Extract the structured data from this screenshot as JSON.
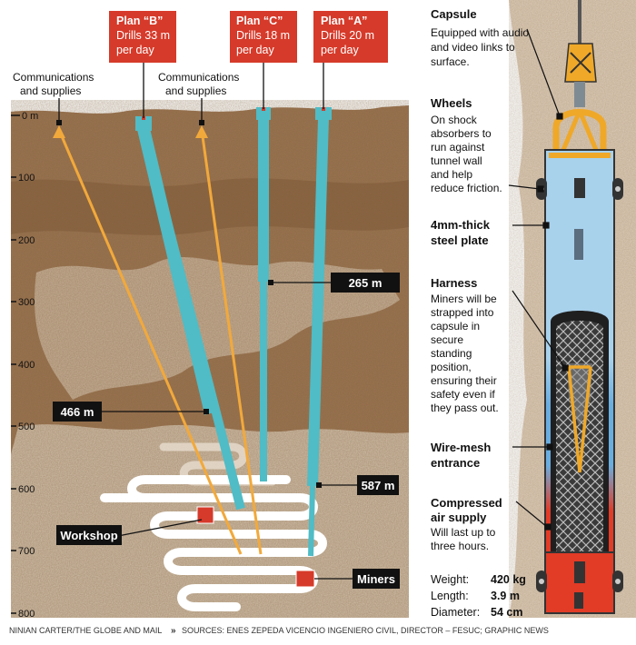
{
  "left_panel": {
    "depth_ticks": [
      "0 m",
      "100",
      "200",
      "300",
      "400",
      "500",
      "600",
      "700",
      "800"
    ],
    "plans": [
      {
        "title": "Plan “B”",
        "line2": "Drills 33 m",
        "line3": "per day"
      },
      {
        "title": "Plan “C”",
        "line2": "Drills 18 m",
        "line3": "per day"
      },
      {
        "title": "Plan “A”",
        "line2": "Drills 20 m",
        "line3": "per day"
      }
    ],
    "comm_labels": [
      {
        "line1": "Communications",
        "line2": "and supplies"
      },
      {
        "line1": "Communications",
        "line2": "and supplies"
      }
    ],
    "depth_labels": {
      "c": "265 m",
      "b": "466 m",
      "a": "587 m"
    },
    "workshop_label": "Workshop",
    "miners_label": "Miners"
  },
  "capsule": {
    "annotations": [
      {
        "title": "Capsule",
        "lines": [
          "Equipped with audio",
          "and video links to",
          "surface."
        ]
      },
      {
        "title": "Wheels",
        "lines": [
          "On shock",
          "absorbers to",
          "run against",
          "tunnel wall",
          "and help",
          "reduce friction."
        ]
      },
      {
        "title_lines": [
          "4mm-thick",
          "steel plate"
        ]
      },
      {
        "title": "Harness",
        "lines": [
          "Miners will be",
          "strapped into",
          "capsule in",
          "secure",
          "standing",
          "position,",
          "ensuring their",
          "safety even if",
          "they pass out."
        ]
      },
      {
        "title_lines": [
          "Wire-mesh",
          "entrance"
        ]
      },
      {
        "title_lines": [
          "Compressed",
          "air supply"
        ],
        "lines": [
          "Will last up to",
          "three hours."
        ]
      }
    ],
    "specs": [
      {
        "label": "Weight:",
        "value": "420 kg"
      },
      {
        "label": "Length:",
        "value": "3.9 m"
      },
      {
        "label": "Diameter:",
        "value": "54 cm"
      }
    ]
  },
  "credits": {
    "credit": "NINIAN CARTER/THE GLOBE AND MAIL",
    "separator": "»",
    "sources": "SOURCES: ENES ZEPEDA VICENCIO INGENIERO CIVIL, DIRECTOR – FESUC; GRAPHIC NEWS"
  },
  "colors": {
    "rock": "#9c7451",
    "rock_light": "#d8c8b3",
    "drill_teal": "#4fbcc6",
    "comm_orange": "#f2a93b",
    "label_red": "#d63a2a",
    "capsule_blue": "#a8d1ec",
    "capsule_blue_dark": "#6aaee0",
    "capsule_red": "#e23b26",
    "capsule_gold": "#efa828"
  }
}
